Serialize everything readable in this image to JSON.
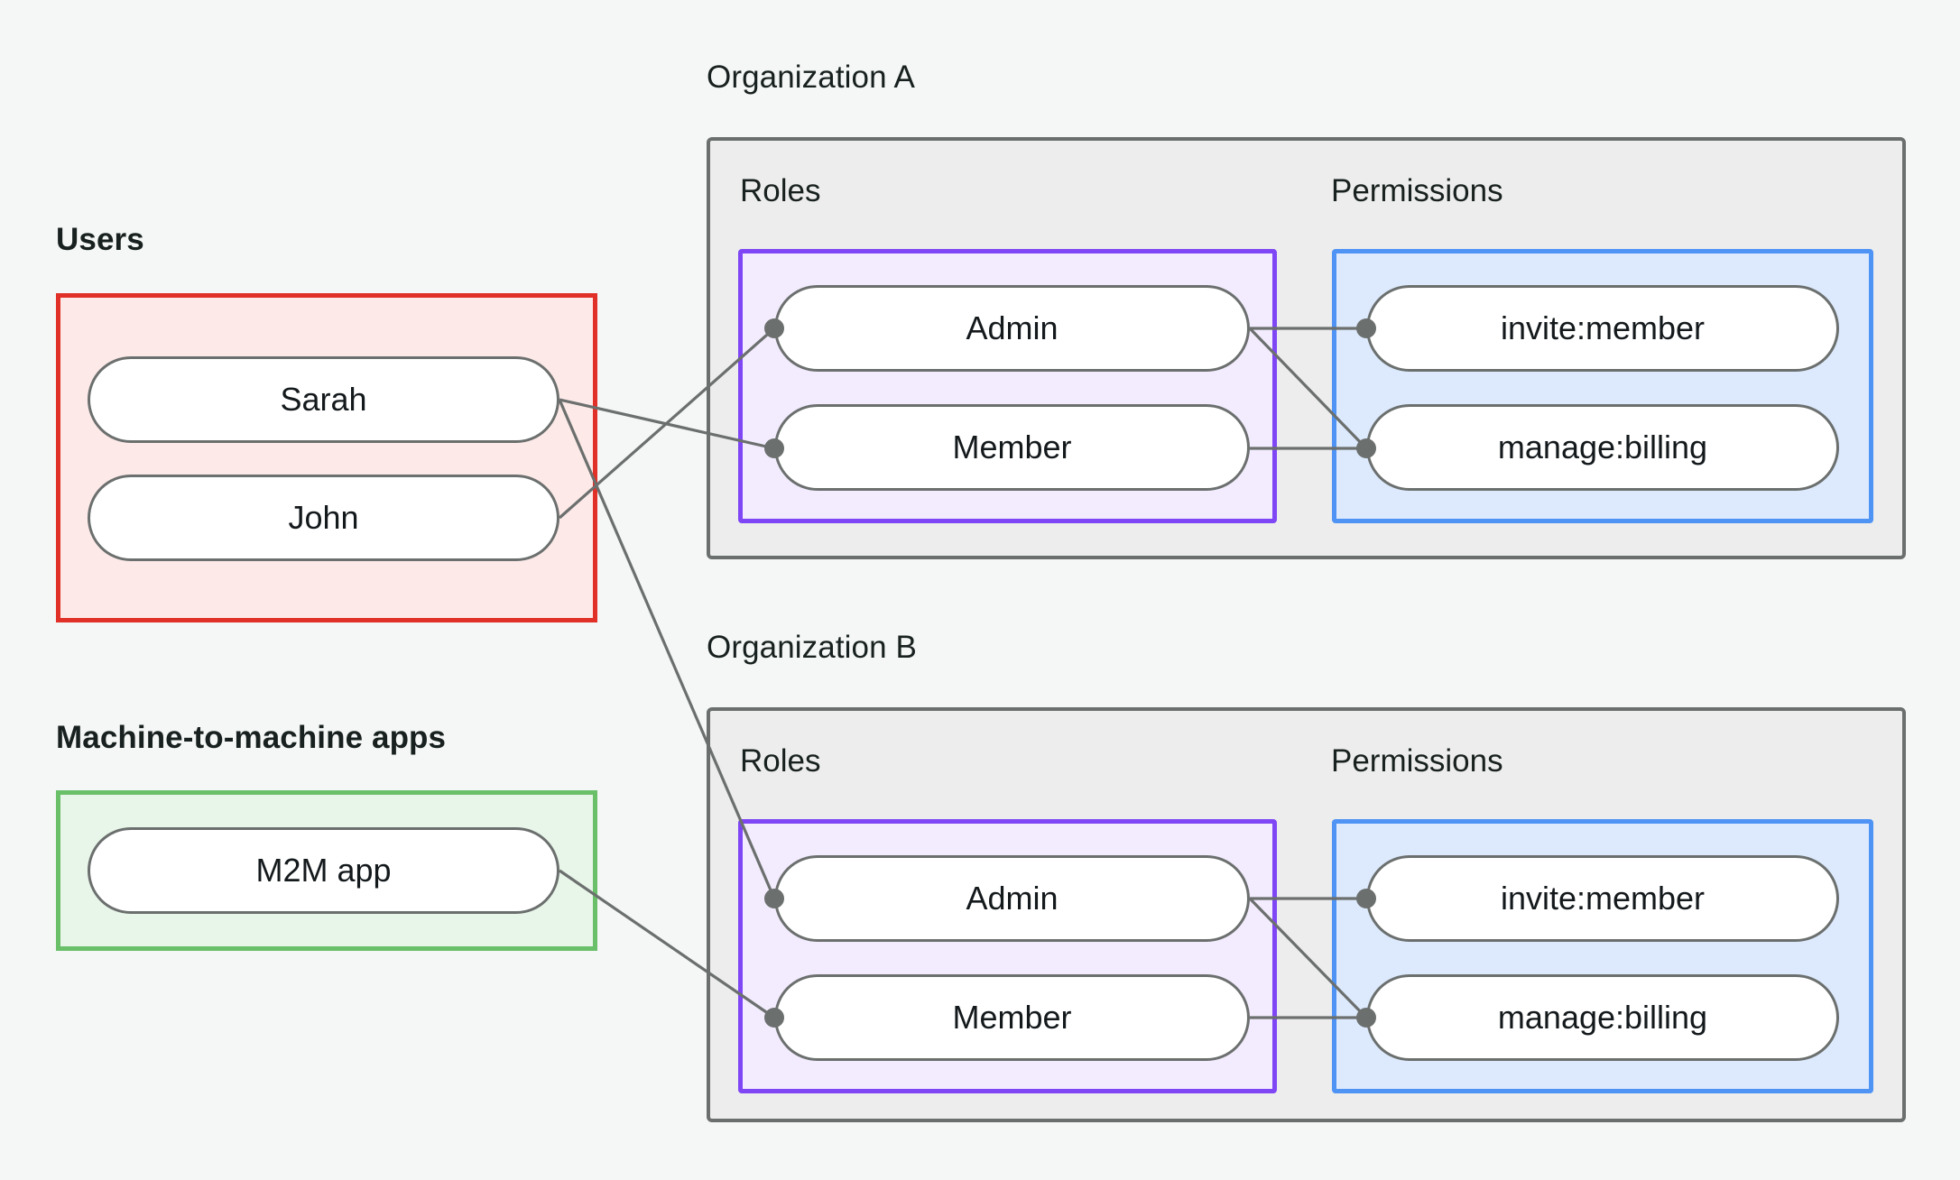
{
  "diagram": {
    "title_colors": {
      "users_border": "#e03027",
      "users_fill": "#fdeae8",
      "m2m_border": "#6abf69",
      "m2m_fill": "#e8f5e9",
      "org_border": "#6b6f6e",
      "org_fill": "#ecedec",
      "roles_border": "#7f46f5",
      "roles_fill": "#f3ecfe",
      "permissions_border": "#4f93f5",
      "permissions_fill": "#ddeafd",
      "node_border": "#6b6f6e",
      "node_fill": "#ffffff",
      "edge": "#6b6f6e",
      "canvas_bg": "#f4f7f6",
      "text": "#18211f"
    },
    "captions": {
      "users": "Users",
      "m2m": "Machine-to-machine apps",
      "org_a": "Organization A",
      "org_b": "Organization B"
    },
    "subcaptions": {
      "roles": "Roles",
      "permissions": "Permissions"
    },
    "users": {
      "nodes": [
        {
          "id": "sarah",
          "label": "Sarah"
        },
        {
          "id": "john",
          "label": "John"
        }
      ]
    },
    "m2m": {
      "nodes": [
        {
          "id": "m2m-app",
          "label": "M2M app"
        }
      ]
    },
    "org_a": {
      "name": "Organization A",
      "roles": [
        {
          "id": "a-admin",
          "label": "Admin"
        },
        {
          "id": "a-member",
          "label": "Member"
        }
      ],
      "permissions": [
        {
          "id": "a-invite",
          "label": "invite:member"
        },
        {
          "id": "a-billing",
          "label": "manage:billing"
        }
      ]
    },
    "org_b": {
      "name": "Organization B",
      "roles": [
        {
          "id": "b-admin",
          "label": "Admin"
        },
        {
          "id": "b-member",
          "label": "Member"
        }
      ],
      "permissions": [
        {
          "id": "b-invite",
          "label": "invite:member"
        },
        {
          "id": "b-billing",
          "label": "manage:billing"
        }
      ]
    },
    "edges": [
      {
        "from": "sarah",
        "to": "a-member"
      },
      {
        "from": "sarah",
        "to": "b-admin"
      },
      {
        "from": "john",
        "to": "a-admin"
      },
      {
        "from": "m2m-app",
        "to": "b-member"
      },
      {
        "from": "a-admin",
        "to": "a-invite"
      },
      {
        "from": "a-admin",
        "to": "a-billing"
      },
      {
        "from": "a-member",
        "to": "a-billing"
      },
      {
        "from": "b-admin",
        "to": "b-invite"
      },
      {
        "from": "b-admin",
        "to": "b-billing"
      },
      {
        "from": "b-member",
        "to": "b-billing"
      }
    ]
  }
}
